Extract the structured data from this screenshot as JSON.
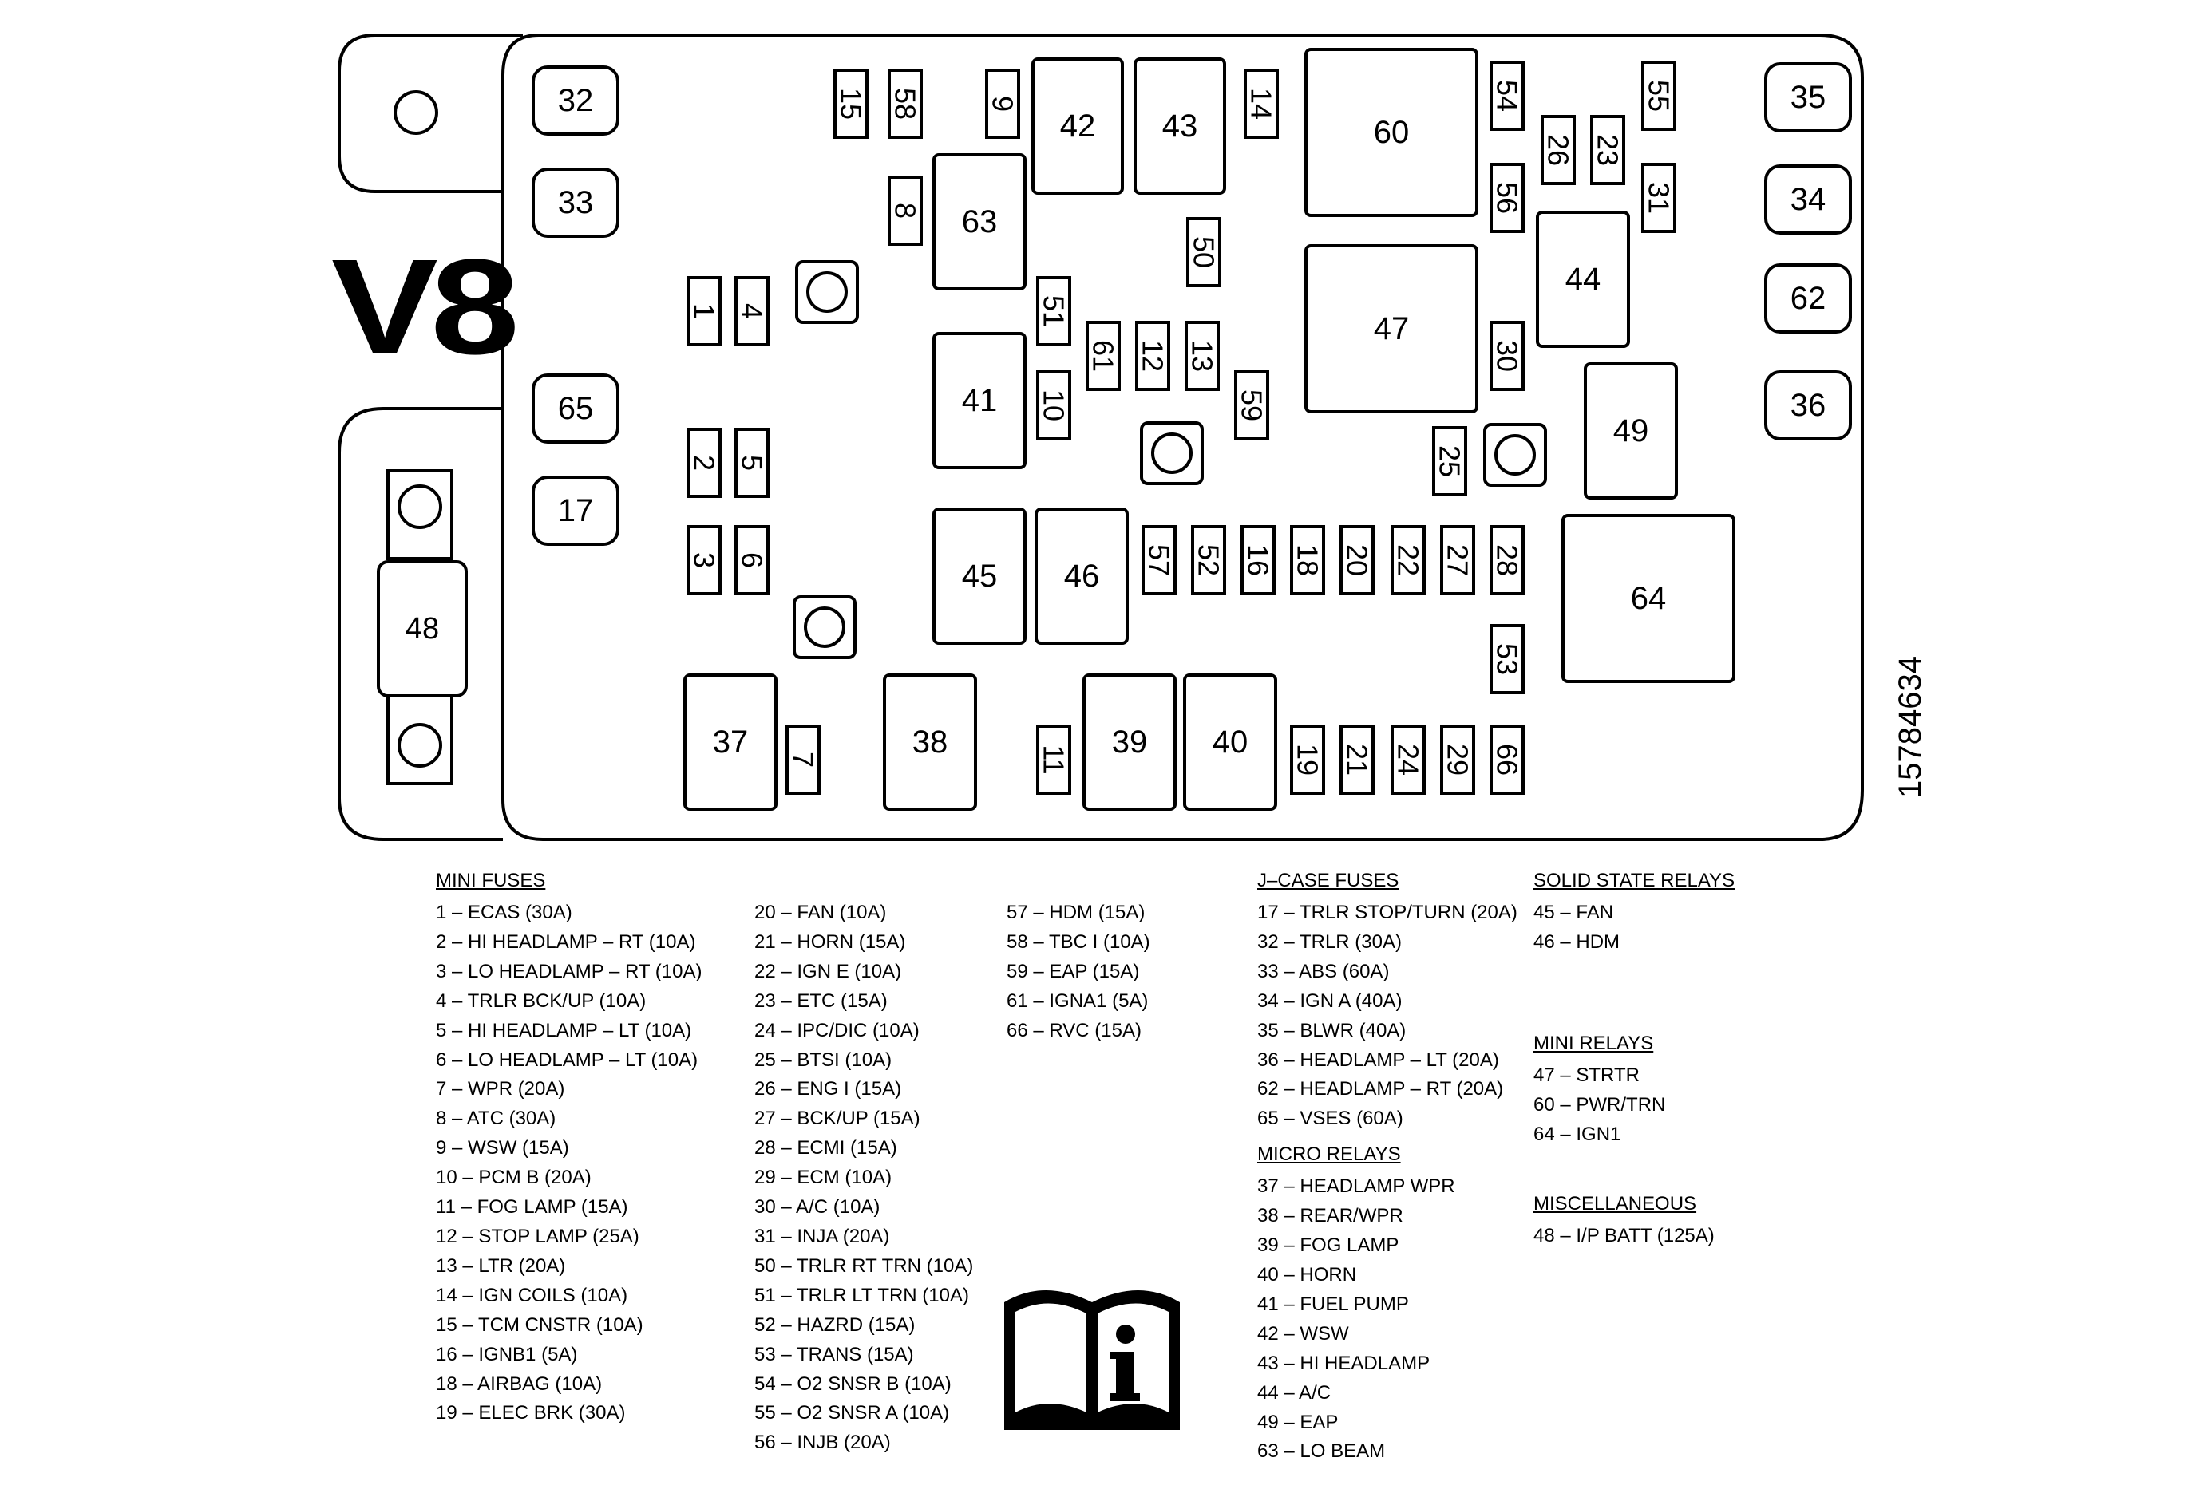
{
  "engine_label": "V8",
  "part_number": "15784634",
  "colors": {
    "stroke": "#000000",
    "background": "#ffffff"
  },
  "boxes": [
    {
      "id": "32",
      "label": "32"
    },
    {
      "id": "33",
      "label": "33"
    },
    {
      "id": "65",
      "label": "65"
    },
    {
      "id": "17",
      "label": "17"
    },
    {
      "id": "35",
      "label": "35"
    },
    {
      "id": "34",
      "label": "34"
    },
    {
      "id": "62",
      "label": "62"
    },
    {
      "id": "36",
      "label": "36"
    },
    {
      "id": "42",
      "label": "42"
    },
    {
      "id": "43",
      "label": "43"
    },
    {
      "id": "60",
      "label": "60"
    },
    {
      "id": "63",
      "label": "63"
    },
    {
      "id": "47",
      "label": "47"
    },
    {
      "id": "44",
      "label": "44"
    },
    {
      "id": "41",
      "label": "41"
    },
    {
      "id": "49",
      "label": "49"
    },
    {
      "id": "45",
      "label": "45"
    },
    {
      "id": "46",
      "label": "46"
    },
    {
      "id": "64",
      "label": "64"
    },
    {
      "id": "37",
      "label": "37"
    },
    {
      "id": "38",
      "label": "38"
    },
    {
      "id": "39",
      "label": "39"
    },
    {
      "id": "40",
      "label": "40"
    },
    {
      "id": "48",
      "label": "48"
    }
  ],
  "fuses": [
    {
      "id": "15",
      "label": "15"
    },
    {
      "id": "58",
      "label": "58"
    },
    {
      "id": "9",
      "label": "9"
    },
    {
      "id": "14",
      "label": "14"
    },
    {
      "id": "54",
      "label": "54"
    },
    {
      "id": "55",
      "label": "55"
    },
    {
      "id": "26",
      "label": "26"
    },
    {
      "id": "23",
      "label": "23"
    },
    {
      "id": "56",
      "label": "56"
    },
    {
      "id": "31",
      "label": "31"
    },
    {
      "id": "8",
      "label": "8"
    },
    {
      "id": "50",
      "label": "50"
    },
    {
      "id": "1",
      "label": "1"
    },
    {
      "id": "4",
      "label": "4"
    },
    {
      "id": "51",
      "label": "51"
    },
    {
      "id": "61",
      "label": "61"
    },
    {
      "id": "12",
      "label": "12"
    },
    {
      "id": "13",
      "label": "13"
    },
    {
      "id": "30",
      "label": "30"
    },
    {
      "id": "10",
      "label": "10"
    },
    {
      "id": "59",
      "label": "59"
    },
    {
      "id": "25",
      "label": "25"
    },
    {
      "id": "2",
      "label": "2"
    },
    {
      "id": "5",
      "label": "5"
    },
    {
      "id": "3",
      "label": "3"
    },
    {
      "id": "6",
      "label": "6"
    },
    {
      "id": "57",
      "label": "57"
    },
    {
      "id": "52",
      "label": "52"
    },
    {
      "id": "16",
      "label": "16"
    },
    {
      "id": "18",
      "label": "18"
    },
    {
      "id": "20",
      "label": "20"
    },
    {
      "id": "22",
      "label": "22"
    },
    {
      "id": "27",
      "label": "27"
    },
    {
      "id": "28",
      "label": "28"
    },
    {
      "id": "53",
      "label": "53"
    },
    {
      "id": "7",
      "label": "7"
    },
    {
      "id": "11",
      "label": "11"
    },
    {
      "id": "19",
      "label": "19"
    },
    {
      "id": "21",
      "label": "21"
    },
    {
      "id": "24",
      "label": "24"
    },
    {
      "id": "29",
      "label": "29"
    },
    {
      "id": "66",
      "label": "66"
    }
  ],
  "legend": {
    "mini_fuses": {
      "title": "MINI FUSES",
      "col1": [
        "1 – ECAS (30A)",
        "2 – HI HEADLAMP – RT (10A)",
        "3 – LO HEADLAMP – RT (10A)",
        "4 – TRLR BCK/UP (10A)",
        "5 – HI HEADLAMP – LT (10A)",
        "6 – LO HEADLAMP – LT (10A)",
        "7 – WPR (20A)",
        "8 – ATC (30A)",
        "9 – WSW (15A)",
        "10 – PCM B (20A)",
        "11 – FOG LAMP (15A)",
        "12 – STOP LAMP (25A)",
        "13 – LTR (20A)",
        "14 – IGN COILS (10A)",
        "15 – TCM CNSTR (10A)",
        "16 – IGNB1 (5A)",
        "18 – AIRBAG (10A)",
        "19 – ELEC BRK (30A)"
      ],
      "col2": [
        "20 – FAN (10A)",
        "21 – HORN (15A)",
        "22 – IGN E (10A)",
        "23 – ETC (15A)",
        "24 – IPC/DIC (10A)",
        "25 – BTSI (10A)",
        "26 – ENG I (15A)",
        "27 – BCK/UP (15A)",
        "28 – ECMI (15A)",
        "29 – ECM (10A)",
        "30 – A/C (10A)",
        "31 – INJA (20A)",
        "50 – TRLR RT TRN (10A)",
        "51 – TRLR LT TRN (10A)",
        "52 – HAZRD (15A)",
        "53 – TRANS (15A)",
        "54 – O2 SNSR B (10A)",
        "55 – O2 SNSR A (10A)",
        "56 – INJB (20A)"
      ],
      "col3": [
        "57 – HDM (15A)",
        "58 – TBC I (10A)",
        "59 – EAP (15A)",
        "61 – IGNA1 (5A)",
        "66 – RVC (15A)"
      ]
    },
    "jcase_fuses": {
      "title": "J–CASE FUSES",
      "items": [
        "17 – TRLR STOP/TURN (20A)",
        "32 – TRLR (30A)",
        "33 – ABS (60A)",
        "34 – IGN A (40A)",
        "35 – BLWR (40A)",
        "36 – HEADLAMP – LT (20A)",
        "62 – HEADLAMP – RT (20A)",
        "65 – VSES (60A)"
      ]
    },
    "micro_relays": {
      "title": "MICRO RELAYS",
      "items": [
        "37 – HEADLAMP WPR",
        "38 – REAR/WPR",
        "39 – FOG LAMP",
        "40 – HORN",
        "41 – FUEL PUMP",
        "42 – WSW",
        "43 – HI HEADLAMP",
        "44 – A/C",
        "49 – EAP",
        "63 – LO BEAM"
      ]
    },
    "solid_state_relays": {
      "title": "SOLID STATE RELAYS",
      "items": [
        "45 – FAN",
        "46 – HDM"
      ]
    },
    "mini_relays": {
      "title": "MINI RELAYS",
      "items": [
        "47 – STRTR",
        "60 – PWR/TRN",
        "64 – IGN1"
      ]
    },
    "miscellaneous": {
      "title": "MISCELLANEOUS",
      "items": [
        "48 – I/P BATT (125A)"
      ]
    }
  },
  "icons": {
    "manual": "information-book-icon"
  }
}
